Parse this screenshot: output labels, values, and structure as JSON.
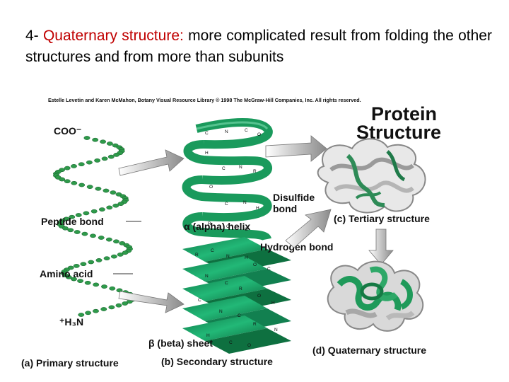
{
  "slide": {
    "number": "4-",
    "highlight": "Quaternary structure:",
    "text": " more complicated result from folding the other structures and from more than subunits"
  },
  "figure": {
    "credit": "Estelle Levetin and Karen McMahon, Botany Visual Resource Library © 1998 The McGraw-Hill Companies, Inc. All rights reserved.",
    "title_line1": "Protein",
    "title_line2": "Structure",
    "coo": "COO⁻",
    "h3n": "⁺H₃N",
    "peptide_bond": "Peptide bond",
    "amino_acid": "Amino acid",
    "alpha_helix": "α (alpha) helix",
    "disulfide_line1": "Disulfide",
    "disulfide_line2": "bond",
    "hydrogen_bond": "Hydrogen bond",
    "beta_sheet": "β (beta) sheet",
    "primary": "(a) Primary structure",
    "secondary": "(b) Secondary structure",
    "tertiary": "(c) Tertiary structure",
    "quaternary": "(d) Quaternary structure",
    "colors": {
      "helix": "#1a9a5c",
      "sheet": "#16a06a",
      "bead": "#2e9a4a",
      "accent": "#c00000"
    }
  }
}
